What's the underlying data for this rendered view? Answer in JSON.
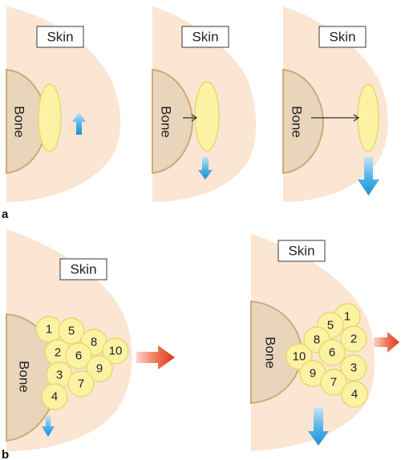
{
  "panel_a": {
    "letter": "a",
    "frames": [
      {
        "skin_label": "Skin",
        "bone_label": "Bone",
        "arrow": "up"
      },
      {
        "skin_label": "Skin",
        "bone_label": "Bone",
        "arrow": "down-small"
      },
      {
        "skin_label": "Skin",
        "bone_label": "Bone",
        "arrow": "down-large"
      }
    ]
  },
  "panel_b": {
    "letter": "b",
    "frames": [
      {
        "skin_label": "Skin",
        "bone_label": "Bone",
        "numbers": [
          "1",
          "2",
          "3",
          "4",
          "5",
          "6",
          "7",
          "8",
          "9",
          "10"
        ]
      },
      {
        "skin_label": "Skin",
        "bone_label": "Bone",
        "numbers": [
          "1",
          "2",
          "3",
          "4",
          "5",
          "6",
          "7",
          "8",
          "9",
          "10"
        ]
      }
    ]
  },
  "colors": {
    "tissue": "#fbe5d3",
    "bone_fill": "#e9d5bb",
    "bone_edge": "#cfa977",
    "fat_fill": "#fbf2a3",
    "blue_arrow": "#3aa0dc",
    "red_arrow": "#e8402a"
  }
}
